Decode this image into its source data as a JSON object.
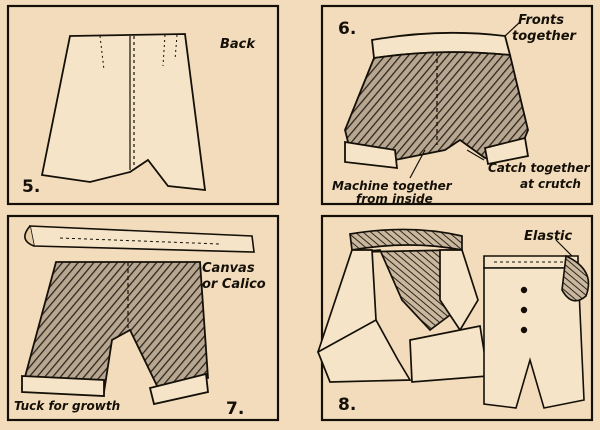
{
  "panels": [
    {
      "id": "5",
      "number": "5.",
      "labels": {
        "back": "Back"
      }
    },
    {
      "id": "6",
      "number": "6.",
      "labels": {
        "fronts_line1": "Fronts",
        "fronts_line2": "together",
        "catch_line1": "Catch together",
        "catch_line2": "at crutch",
        "machine_line1": "Machine together",
        "machine_line2": "from inside"
      }
    },
    {
      "id": "7",
      "number": "7.",
      "labels": {
        "canvas_line1": "Canvas",
        "canvas_line2": "or Calico",
        "tuck": "Tuck for growth"
      }
    },
    {
      "id": "8",
      "number": "8.",
      "labels": {
        "elastic": "Elastic"
      }
    }
  ],
  "colors": {
    "paper": "#f3dcbc",
    "ink": "#141008",
    "hatch": "#3a3028"
  }
}
